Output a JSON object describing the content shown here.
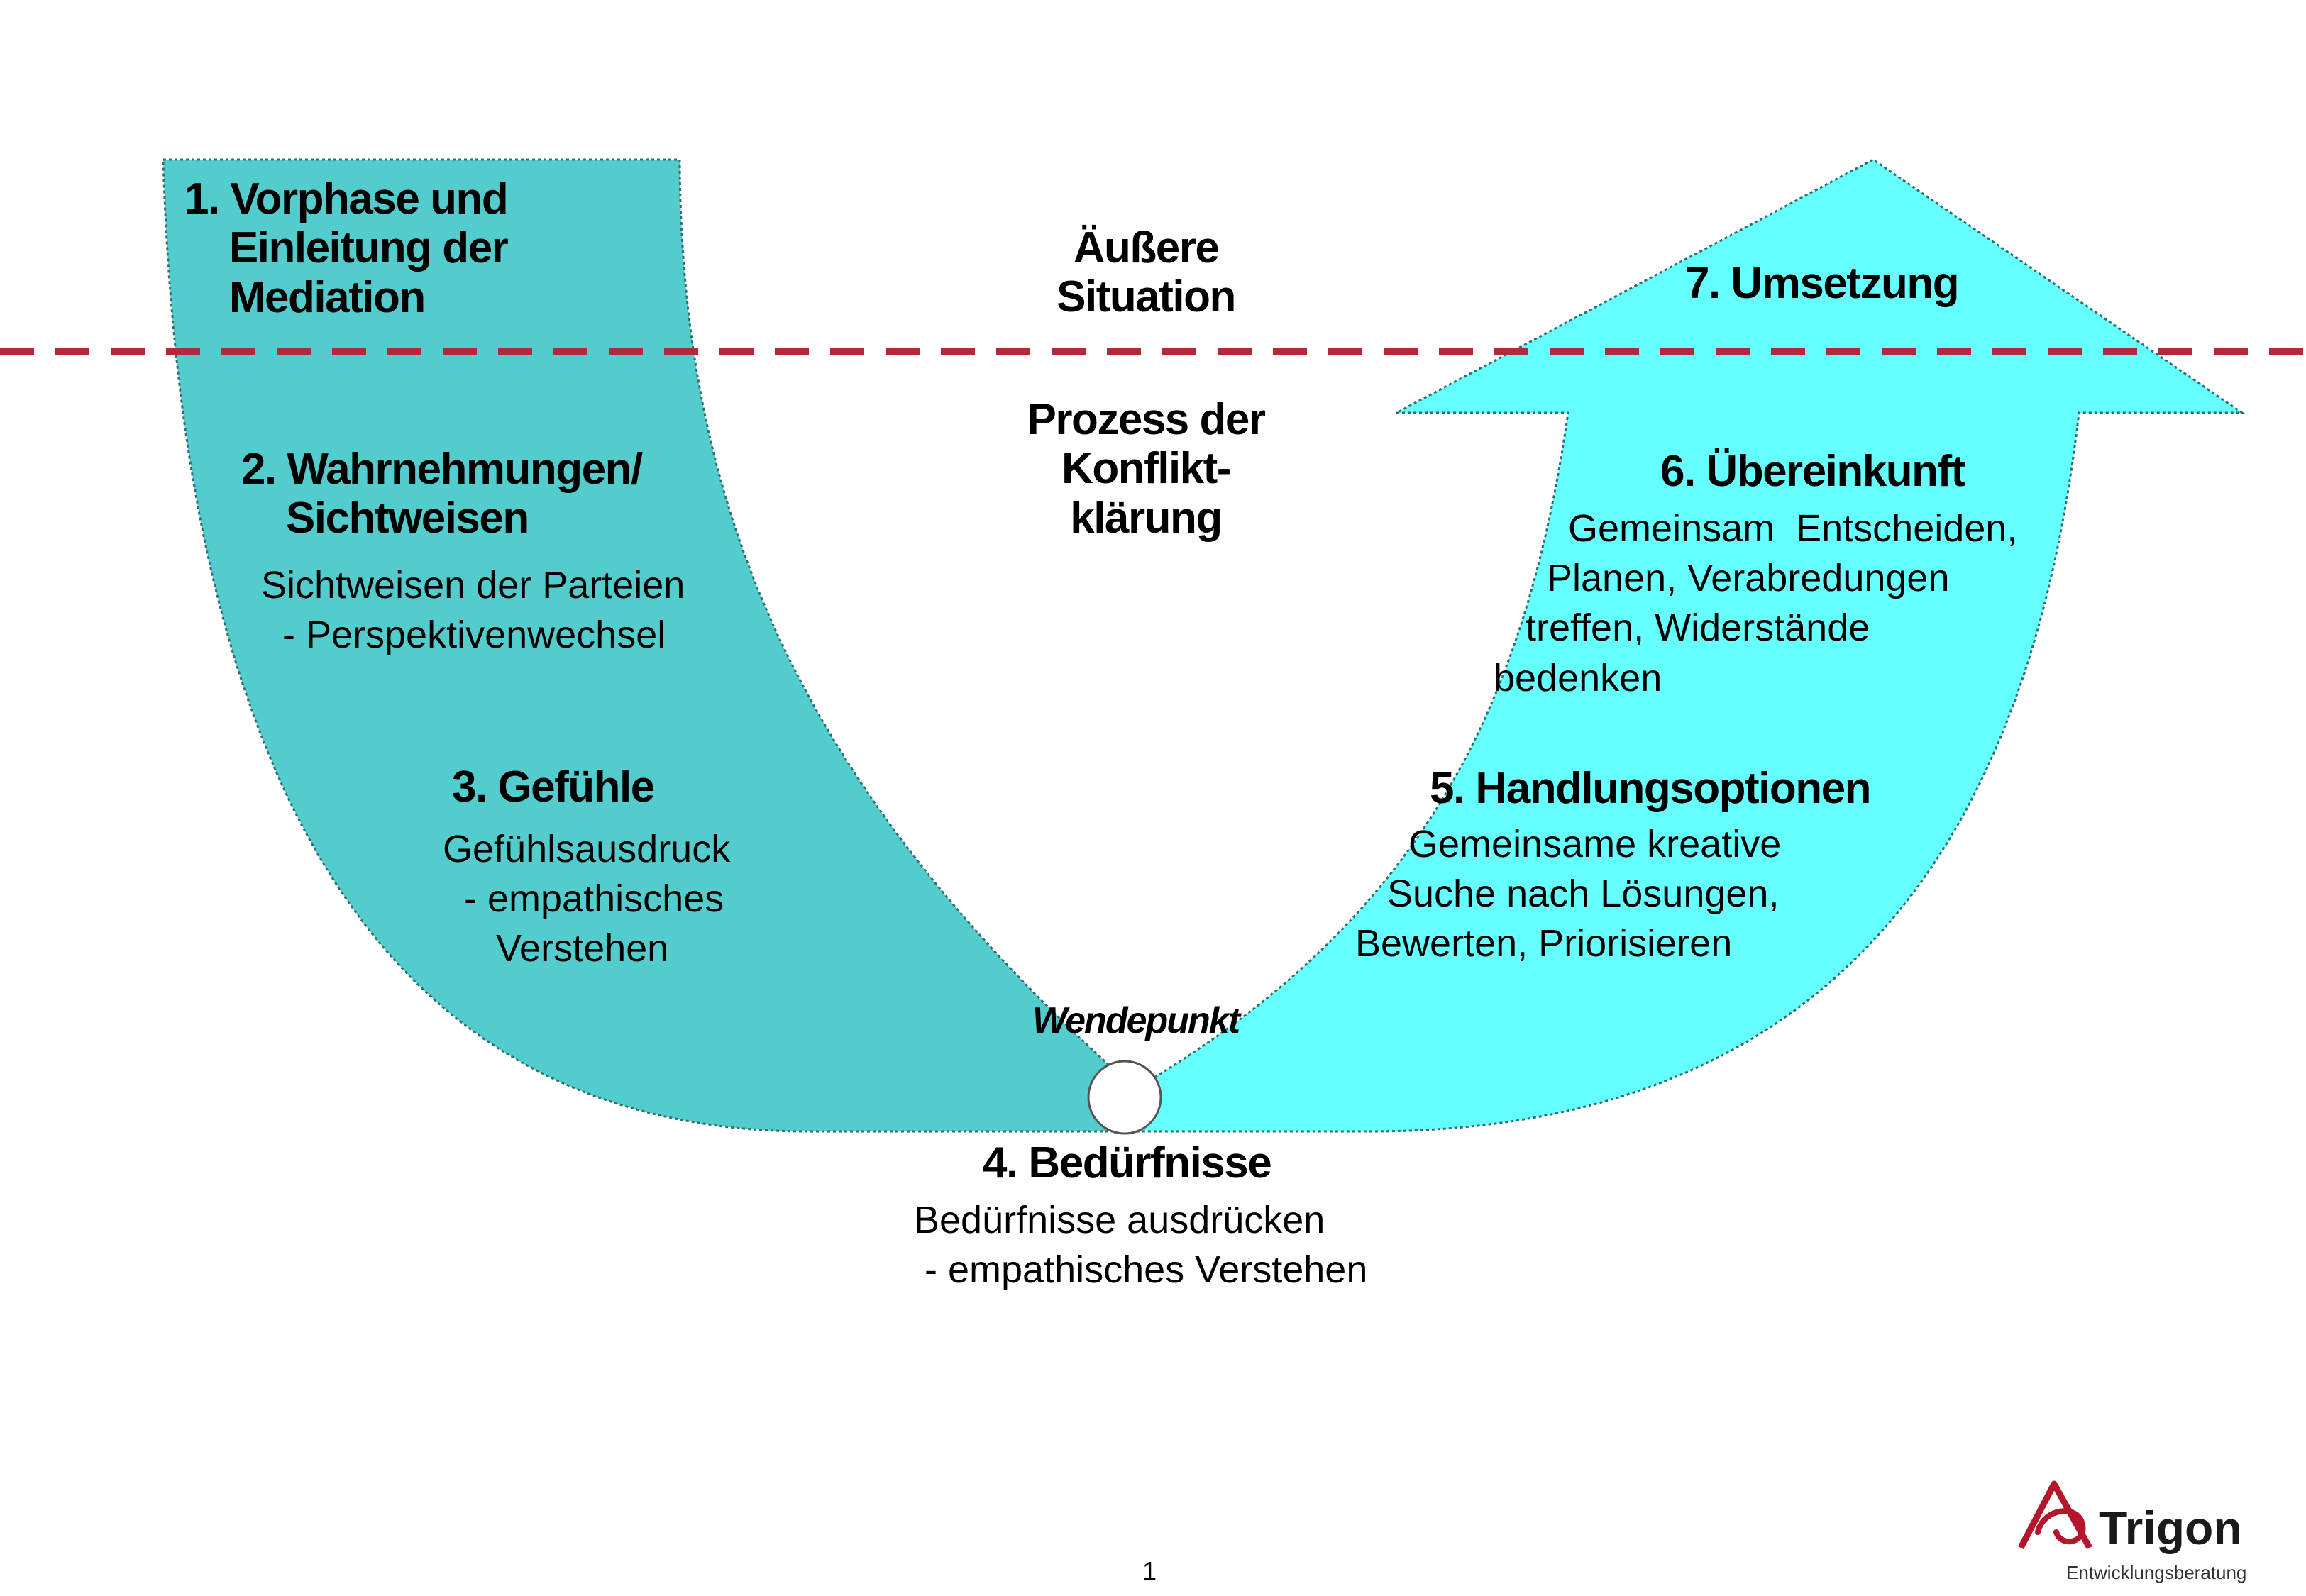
{
  "zones": {
    "upper": "Äußere\nSituation",
    "lower": "Prozess der\nKonflikt-\nklärung"
  },
  "turning_point": "Wendepunkt",
  "steps": [
    {
      "title": "1. Vorphase und\n    Einleitung der\n    Mediation",
      "text": ""
    },
    {
      "title": "2. Wahrnehmungen/\n    Sichtweisen",
      "text": "Sichtweisen der Parteien\n  - Perspektivenwechsel"
    },
    {
      "title": "3. Gefühle",
      "text": "Gefühlsausdruck\n  - empathisches\n     Verstehen"
    },
    {
      "title": "4. Bedürfnisse",
      "text": "Bedürfnisse ausdrücken\n - empathisches Verstehen"
    },
    {
      "title": "5. Handlungsoptionen",
      "text": "     Gemeinsame kreative\n   Suche nach Lösungen,\nBewerten, Priorisieren"
    },
    {
      "title": "6. Übereinkunft",
      "text": "       Gemeinsam  Entscheiden,\n     Planen, Verabredungen\n   treffen, Widerstände\nbedenken"
    },
    {
      "title": "7. Umsetzung",
      "text": ""
    }
  ],
  "colors": {
    "left_band": "#52cccc",
    "right_band": "#66ffff",
    "divider": "#b22a3a",
    "logo": "#b5162b"
  },
  "footer": {
    "page_number": "1",
    "brand": "Trigon",
    "brand_sub": "Entwicklungsberatung"
  }
}
